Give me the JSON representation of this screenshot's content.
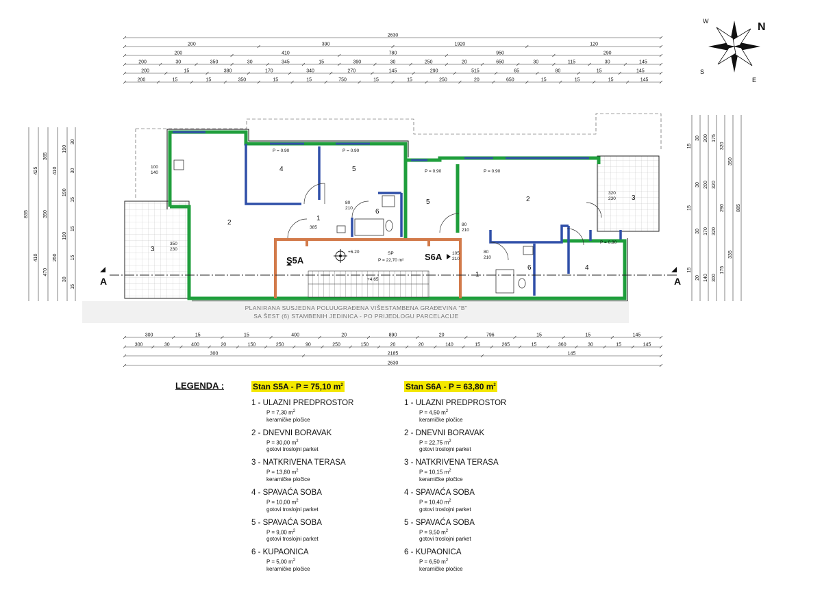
{
  "compass": {
    "n": "N",
    "w": "W",
    "s": "S",
    "e": "E"
  },
  "dims_top": {
    "r1": [
      "2630"
    ],
    "r2": [
      "200",
      "390",
      "1920",
      "120"
    ],
    "r3": [
      "200",
      "410",
      "780",
      "950",
      "290"
    ],
    "r4": [
      "200",
      "30",
      "350",
      "30",
      "345",
      "15",
      "390",
      "30",
      "250",
      "20",
      "650",
      "30",
      "115",
      "30",
      "145"
    ],
    "r5": [
      "200",
      "15",
      "380",
      "170",
      "340",
      "270",
      "145",
      "290",
      "515",
      "65",
      "80",
      "15",
      "145"
    ],
    "r6": [
      "200",
      "15",
      "15",
      "350",
      "15",
      "15",
      "750",
      "15",
      "15",
      "250",
      "20",
      "650",
      "15",
      "15",
      "15",
      "145"
    ]
  },
  "dims_bottom": {
    "r1": [
      "300",
      "15",
      "15",
      "400",
      "20",
      "890",
      "20",
      "796",
      "15",
      "15",
      "145"
    ],
    "r2": [
      "300",
      "30",
      "400",
      "20",
      "150",
      "250",
      "90",
      "250",
      "150",
      "20",
      "20",
      "140",
      "15",
      "265",
      "15",
      "360",
      "30",
      "15",
      "145"
    ],
    "r3": [
      "300",
      "2185",
      "145"
    ],
    "r4": [
      "2630"
    ]
  },
  "dims_left": [
    "835",
    "425",
    "410",
    "365",
    "350",
    "470",
    "410",
    "250",
    "190",
    "190",
    "190",
    "30",
    "30",
    "30",
    "15",
    "15",
    "15",
    "15"
  ],
  "dims_right": [
    "885",
    "350",
    "335",
    "320",
    "290",
    "175",
    "175",
    "320",
    "320",
    "300",
    "200",
    "200",
    "170",
    "140",
    "30",
    "30",
    "30",
    "20",
    "15",
    "15",
    "15"
  ],
  "rooms": {
    "r1a": "1",
    "r2a": "2",
    "r3a": "3",
    "r4a": "4",
    "r5a": "5",
    "r6a": "6",
    "r1b": "1",
    "r2b": "2",
    "r3b": "3",
    "r4b": "4",
    "r5b": "5",
    "r6b": "6"
  },
  "plan_labels": {
    "p090": "P = 0.90",
    "door_100_140": "100\n140",
    "sp": "SP",
    "sp_area": "P = 22,70 m²",
    "elev1": "+6.20",
    "elev2": "+4.65",
    "window_350_230": "350\n230",
    "window_320_230": "320\n230",
    "door_80_210": "80\n210",
    "door_105_210": "105\n210",
    "dim_385": "385"
  },
  "section_mark": "A",
  "apt_labels": {
    "a": "S5A",
    "b": "S6A"
  },
  "banner": {
    "line1": "PLANIRANA SUSJEDNA POLUUGRAĐENA VIŠESTAMBENA GRAĐEVINA \"B\"",
    "line2": "SA ŠEST (6) STAMBENIH JEDINICA - PO PRIJEDLOGU PARCELACIJE"
  },
  "legend": {
    "title": "LEGENDA :",
    "s5a": {
      "head": "Stan S5A  -  P = 75,10 m²",
      "items": [
        {
          "title": "1 - ULAZNI PREDPROSTOR",
          "area": "P = 7,30 m²",
          "floor": "keramičke pločice"
        },
        {
          "title": "2 - DNEVNI BORAVAK",
          "area": "P = 30,00 m²",
          "floor": "gotovi troslojni parket"
        },
        {
          "title": "3 - NATKRIVENA TERASA",
          "area": "P = 13,80 m²",
          "floor": "keramičke pločice"
        },
        {
          "title": "4 - SPAVAĆA SOBA",
          "area": "P = 10,00 m²",
          "floor": "gotovi troslojni parket"
        },
        {
          "title": "5 - SPAVAĆA SOBA",
          "area": "P = 9,00 m²",
          "floor": "gotovi troslojni parket"
        },
        {
          "title": "6 - KUPAONICA",
          "area": "P = 5,00 m²",
          "floor": "keramičke pločice"
        }
      ]
    },
    "s6a": {
      "head": "Stan S6A  -  P = 63,80 m²",
      "items": [
        {
          "title": "1 - ULAZNI PREDPROSTOR",
          "area": "P = 4,50 m²",
          "floor": "keramičke pločice"
        },
        {
          "title": "2 - DNEVNI BORAVAK",
          "area": "P = 22,75 m²",
          "floor": "gotovi troslojni parket"
        },
        {
          "title": "3 - NATKRIVENA TERASA",
          "area": "P = 10,15 m²",
          "floor": "keramičke pločice"
        },
        {
          "title": "4 - SPAVAĆA SOBA",
          "area": "P = 10,40 m²",
          "floor": "gotovi troslojni parket"
        },
        {
          "title": "5 - SPAVAĆA SOBA",
          "area": "P = 9,50 m²",
          "floor": "gotovi troslojni parket"
        },
        {
          "title": "6 - KUPAONICA",
          "area": "P = 6,50 m²",
          "floor": "keramičke pločice"
        }
      ]
    }
  },
  "colors": {
    "wall_green": "#1f9e3c",
    "wall_blue": "#2f4fa8",
    "wall_orange": "#d27a4a",
    "highlight": "#f4e800"
  }
}
